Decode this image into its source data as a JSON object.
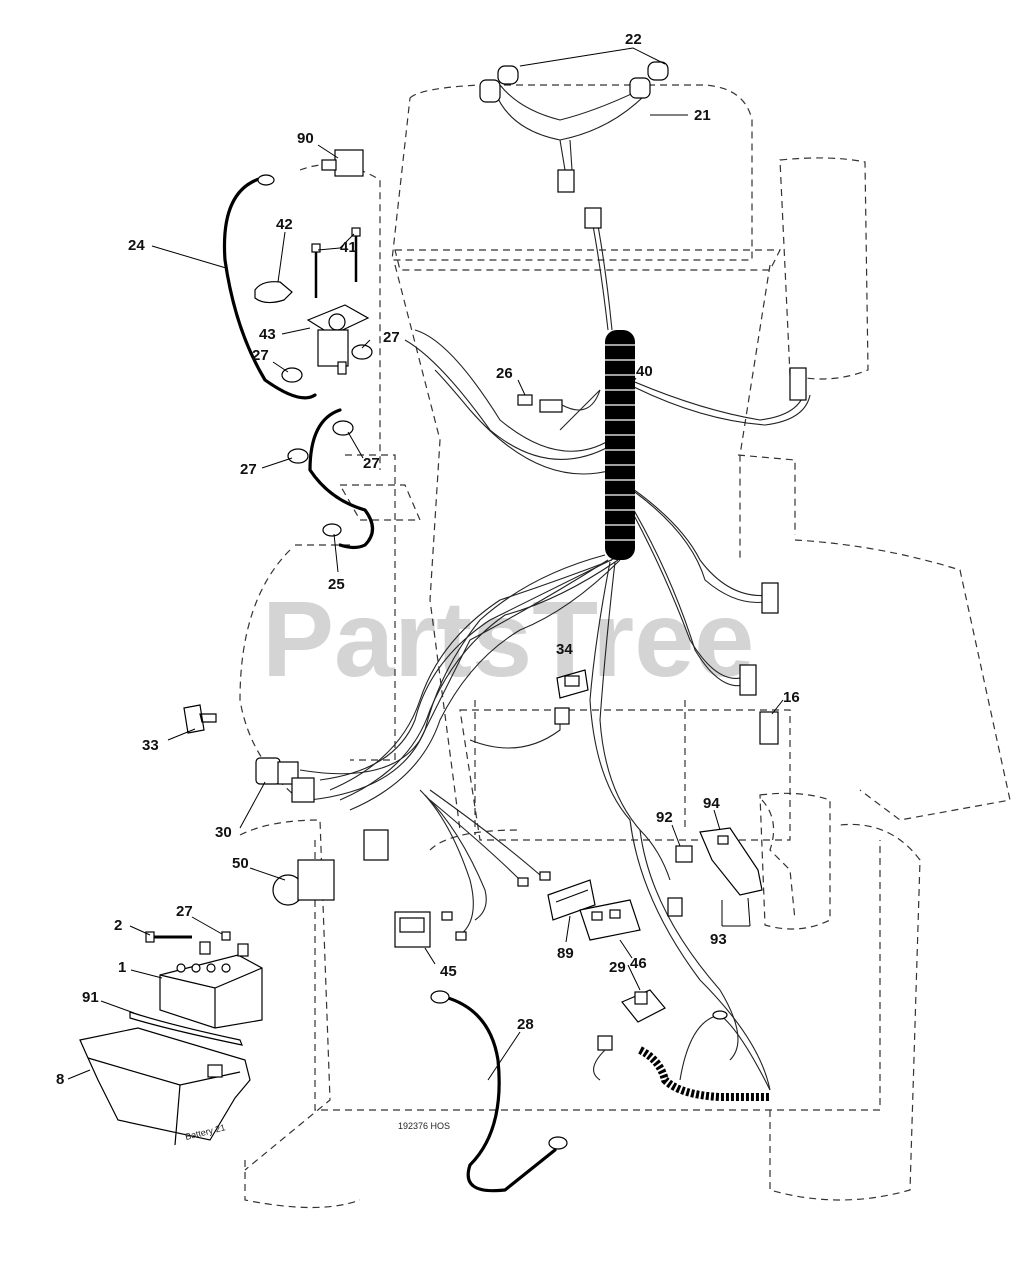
{
  "watermark": "PartsTree",
  "drawing_number": "192376 HOS",
  "battery_tag": "Battery 21",
  "callouts": [
    "22",
    "21",
    "90",
    "24",
    "42",
    "41",
    "43",
    "27",
    "27",
    "27",
    "27",
    "26",
    "40",
    "25",
    "34",
    "16",
    "33",
    "30",
    "92",
    "94",
    "50",
    "2",
    "27",
    "1",
    "91",
    "8",
    "93",
    "89",
    "46",
    "29",
    "45",
    "28"
  ]
}
